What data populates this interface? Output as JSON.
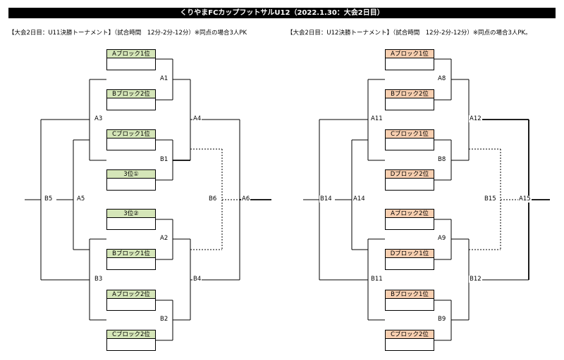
{
  "title": "くりやまFCカップフットサルU12（2022.1.30：大会2日目）",
  "brackets": [
    {
      "subtitle": "【大会2日目：U11決勝トーナメント】（試合時間　12分-2分-12分）※同点の場合3人PK",
      "teams": [
        "Aブロック1位",
        "Bブロック2位",
        "Cブロック1位",
        "3位①",
        "3位②",
        "Bブロック1位",
        "Aブロック2位",
        "Cブロック2位"
      ],
      "matches": {
        "r1": [
          "A1",
          "B1",
          "A2",
          "B2"
        ],
        "r2": [
          "A3",
          "A4",
          "B3",
          "B4"
        ],
        "r3": [
          "B5",
          "A5",
          "B6",
          "A6"
        ]
      },
      "color": "#d5e6b8"
    },
    {
      "subtitle": "【大会2日目：U12決勝トーナメント】（試合時間　12分-2分-12分）※同点の場合3人PK。",
      "teams": [
        "Aブロック1位",
        "Bブロック2位",
        "Cブロック1位",
        "Dブロック2位",
        "Aブロック2位",
        "Dブロック1位",
        "Bブロック1位",
        "Cブロック2位"
      ],
      "matches": {
        "r1": [
          "A8",
          "B8",
          "A9",
          "B9"
        ],
        "r2": [
          "A11",
          "A12",
          "B11",
          "B12"
        ],
        "r3": [
          "B14",
          "A14",
          "B15",
          "A15"
        ]
      },
      "color": "#f8cfb0"
    }
  ]
}
